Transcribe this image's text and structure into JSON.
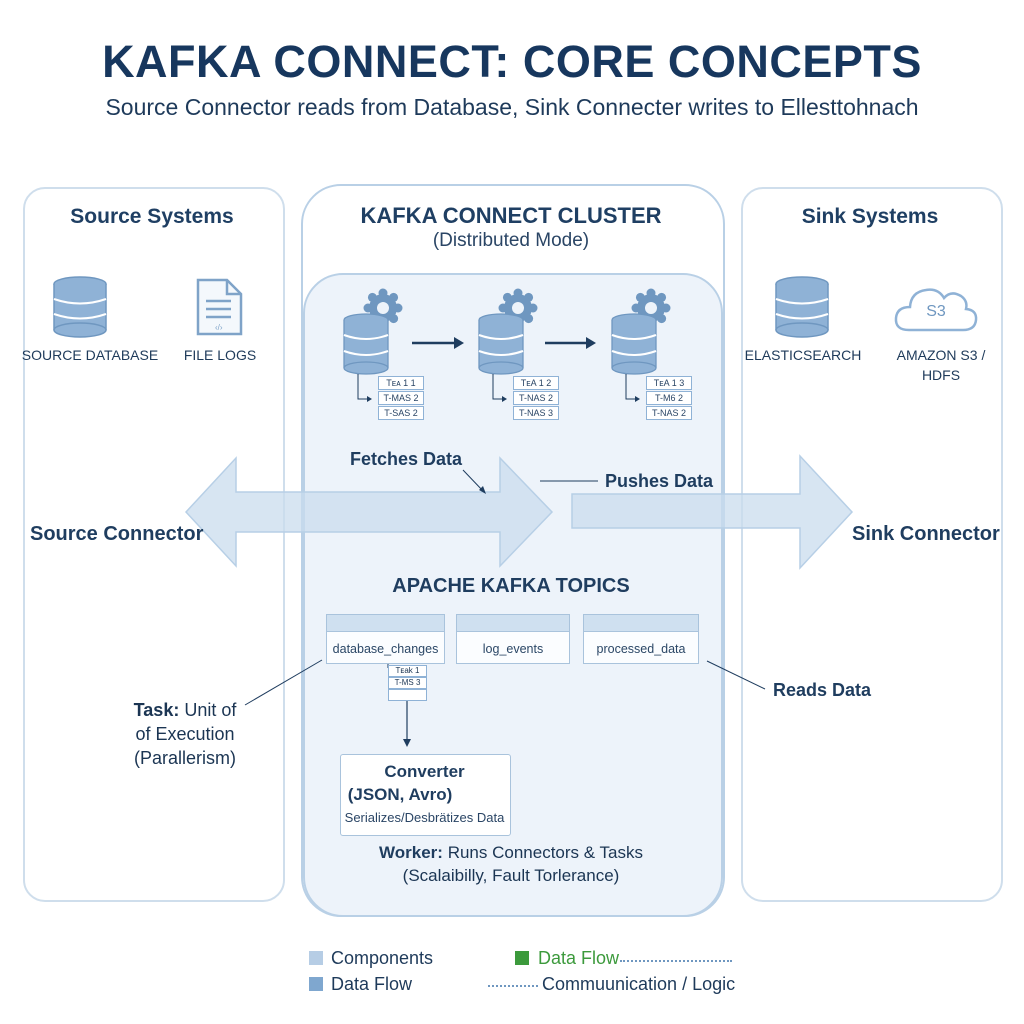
{
  "header": {
    "title": "KAFKA CONNECT: CORE CONCEPTS",
    "subtitle": "Source Connector reads from Database, Sink Connecter writes to Ellesttohnach"
  },
  "source_panel": {
    "title": "Source Systems",
    "items": [
      {
        "label": "SOURCE DATABASE",
        "icon": "database-icon"
      },
      {
        "label": "FILE LOGS",
        "icon": "file-icon"
      }
    ],
    "connector_label": "Source Connector"
  },
  "cluster_panel": {
    "title": "KAFKA CONNECT CLUSTER",
    "subtitle": "(Distributed Mode)",
    "workers": [
      {
        "tasks": [
          "Tᴇᴀ 1 1",
          "T-MAS 2",
          "T-SAS 2"
        ]
      },
      {
        "tasks": [
          "TᴇA 1 2",
          "T-NAS 2",
          "T-NAS 3"
        ]
      },
      {
        "tasks": [
          "TᴇA 1 3",
          "T-M6 2",
          "T-NAS 2"
        ]
      }
    ],
    "fetches_label": "Fetches Data",
    "pushes_label": "Pushes Data",
    "topics_title": "APACHE KAFKA TOPICS",
    "topics": [
      "database_changes",
      "log_events",
      "processed_data"
    ],
    "topic_tasks": [
      "Tᴇak 1",
      "T-MS 3"
    ],
    "converter": {
      "title": "Converter",
      "formats": "(JSON, Avro)",
      "description": "Serializes/Desbrätizes Data"
    },
    "worker_label_bold": "Worker:",
    "worker_label_rest": " Runs Connectors & Tasks",
    "worker_note": "(Scalaibilly, Fault Torlerance)"
  },
  "sink_panel": {
    "title": "Sink Systems",
    "items": [
      {
        "label": "ELASTICSEARCH",
        "icon": "database-icon"
      },
      {
        "label_line1": "AMAZON S3 /",
        "label_line2": "HDFS",
        "icon": "cloud-icon",
        "icon_text": "S3"
      }
    ],
    "connector_label": "Sink Connector"
  },
  "annotations": {
    "task_bold": "Task:",
    "task_rest": " Unit of",
    "task_line2": "of Execution",
    "task_line3": "(Parallerism)",
    "reads_data": "Reads Data"
  },
  "legend": {
    "components": "Components",
    "data_flow_green": "Data Flow",
    "data_flow_blue": "Data Flow",
    "communication": "Commuunication / Logic"
  },
  "colors": {
    "title": "#17375e",
    "panel_border": "#cfdeec",
    "cluster_fill": "#eef4fb",
    "arrow_fill": "#c9dcee",
    "component_swatch": "#b6cde5",
    "dataflow_swatch": "#7fa7cf",
    "green": "#3c9a3c"
  }
}
